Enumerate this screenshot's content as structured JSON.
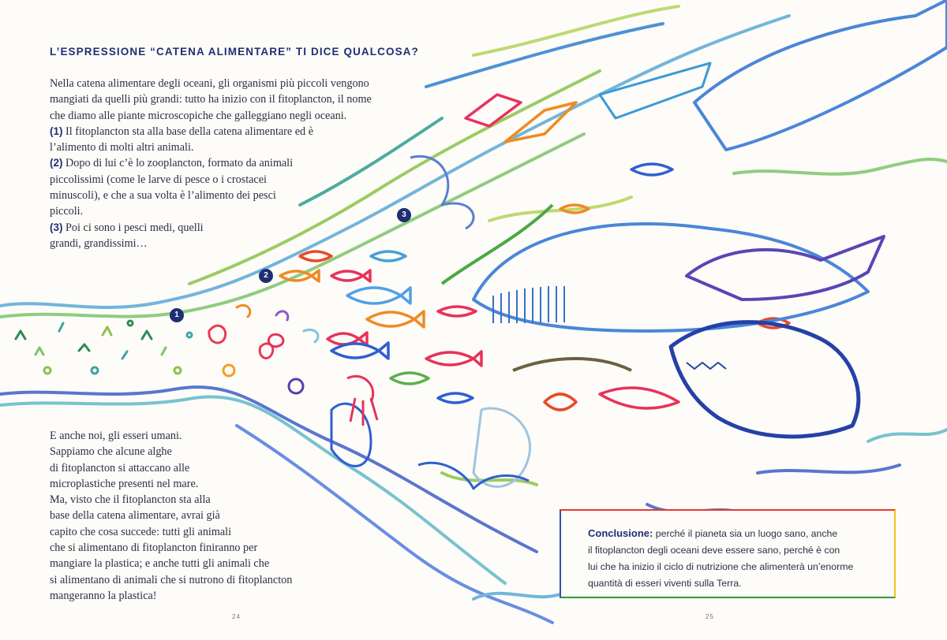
{
  "heading": "L’ESPRESSIONE “CATENA ALIMENTARE” TI DICE QUALCOSA?",
  "intro": {
    "line1": "Nella catena alimentare degli oceani, gli organismi più piccoli vengono",
    "line2": "mangiati da quelli più grandi: tutto ha inizio con il fitoplancton, il nome",
    "line3": "che diamo alle piante microscopiche che galleggiano negli oceani.",
    "p1_num": "(1)",
    "p1_l1": " Il fitoplancton sta alla base della catena alimentare ed è",
    "p1_l2": "l’alimento di molti altri animali.",
    "p2_num": "(2)",
    "p2_l1": " Dopo di lui c’è lo zooplancton, formato da animali",
    "p2_l2": "piccolissimi (come le larve di pesce o i crostacei",
    "p2_l3": "minuscoli), e che a sua volta è l’alimento dei pesci",
    "p2_l4": "piccoli.",
    "p3_num": "(3)",
    "p3_l1": " Poi ci sono i pesci medi, quelli",
    "p3_l2": "grandi, grandissimi…"
  },
  "bottom": {
    "l1": "E anche noi, gli esseri umani.",
    "l2": "Sappiamo che alcune alghe",
    "l3": "di fitoplancton si attaccano alle",
    "l4": "microplastiche presenti nel mare.",
    "l5": "Ma, visto che il fitoplancton sta alla",
    "l6": "base della catena alimentare, avrai già",
    "l7": "capito che cosa succede: tutti gli animali",
    "l8": "che si alimentano di fitoplancton finiranno per",
    "l9": "mangiare la plastica; e anche tutti gli animali che",
    "l10": "si alimentano di animali che si nutrono di fitoplancton",
    "l11": "mangeranno la plastica!"
  },
  "badges": {
    "b1": "1",
    "b2": "2",
    "b3": "3"
  },
  "conclusion": {
    "label": "Conclusione:",
    "l1": " perché il pianeta sia un luogo sano, anche",
    "l2": "il fitoplancton degli oceani deve essere sano, perché è con",
    "l3": "lui che ha inizio il ciclo di nutrizione che alimenterà un’enorme",
    "l4": "quantità di esseri viventi sulla Terra."
  },
  "page_left": "24",
  "page_right": "25",
  "colors": {
    "navy": "#1f2f73",
    "frame_top": "#e63a2e",
    "frame_right": "#f2c21b",
    "frame_bottom": "#2c9a3c",
    "frame_left": "#2f4fb5"
  }
}
